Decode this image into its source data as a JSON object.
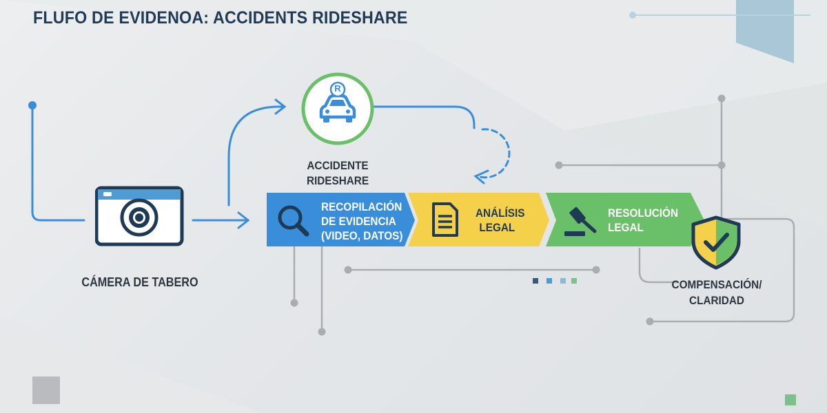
{
  "title": "FLUFO DE EVIDENOA: ACCIDENTS RIDESHARE",
  "nodes": {
    "camera": {
      "label": "CÁMERA DE TABERO",
      "icon": "camera-icon"
    },
    "accident": {
      "label_line1": "ACCIDENTE",
      "label_line2": "RIDESHARE",
      "icon": "car-icon",
      "badge": "R"
    },
    "compensation": {
      "label_line1": "COMPENSACIÓN/",
      "label_line2": "CLARIDAD",
      "icon": "shield-check-icon"
    }
  },
  "steps": [
    {
      "line1": "RECOPILACIÓN",
      "line2": "DE EVIDENCIA",
      "line3": "(VIDEO, DATOS)",
      "icon": "magnifier-icon",
      "color": "#3a8dd8"
    },
    {
      "line1": "ANÁLÍSIS",
      "line2": "LEGAL",
      "icon": "document-icon",
      "color": "#f5d04a"
    },
    {
      "line1": "RESOLUCIÓN",
      "line2": "LEGAL",
      "icon": "gavel-icon",
      "color": "#6abf69"
    }
  ],
  "colors": {
    "blue": "#3a8dd8",
    "yellow": "#f5d04a",
    "green": "#6abf69",
    "navy": "#1f3a55",
    "connector": "#a9adb1"
  }
}
